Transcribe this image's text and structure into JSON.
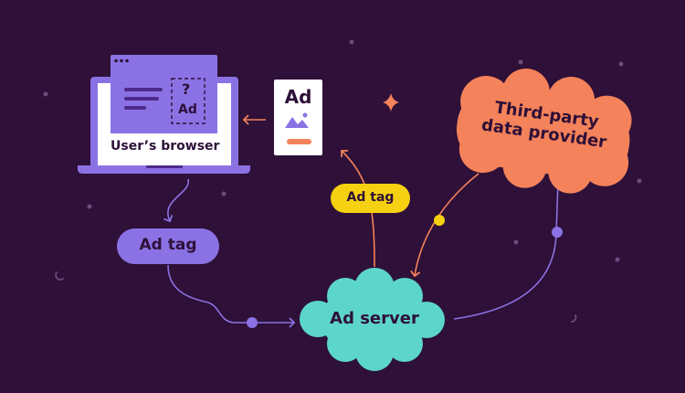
{
  "colors": {
    "background": "#2e1038",
    "browser_purple": "#8b72e4",
    "browser_dark": "#4d2a8a",
    "ad_tag_pill": "#8b72e4",
    "ad_tag_yellow": "#f5d111",
    "ad_server_cloud": "#5cd6cb",
    "provider_cloud": "#f4825a",
    "arrow_orange": "#f4825a",
    "arrow_purple": "#8b72e4",
    "accent_orange": "#f4825a"
  },
  "browser": {
    "label": "User’s browser",
    "placeholder_q": "?",
    "placeholder_ad": "Ad"
  },
  "ad_card": {
    "label": "Ad",
    "icon": "image-icon"
  },
  "ad_tag_left": {
    "label": "Ad tag"
  },
  "ad_tag_center": {
    "label": "Ad tag"
  },
  "ad_server": {
    "label": "Ad server"
  },
  "third_party": {
    "line1": "Third-party",
    "line2": "data provider"
  },
  "decor": {
    "icon": "sparkle-icon"
  }
}
